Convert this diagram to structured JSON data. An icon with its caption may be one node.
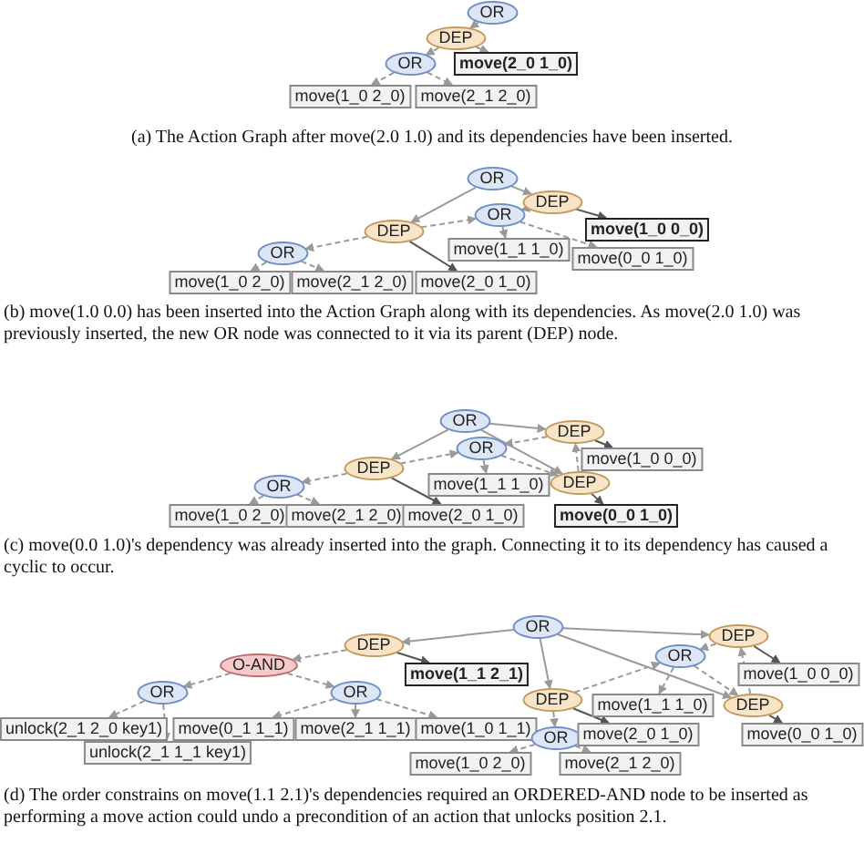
{
  "diagram": {
    "nodes": [
      {
        "text": [
          "OR"
        ]
      },
      {
        "text": [
          "DEP"
        ]
      },
      {
        "text": [
          "OR"
        ]
      },
      {
        "text": [
          "move(2_0 1_0)"
        ]
      },
      {
        "text": [
          "move(1_0 2_0)"
        ]
      },
      {
        "text": [
          "move(2_1 2_0)"
        ]
      },
      {
        "text": [
          "OR"
        ]
      },
      {
        "text": [
          "DEP"
        ]
      },
      {
        "text": [
          "OR"
        ]
      },
      {
        "text": [
          "move(1_0 0_0)"
        ]
      },
      {
        "text": [
          "DEP"
        ]
      },
      {
        "text": [
          "move(1_1 1_0)"
        ]
      },
      {
        "text": [
          "move(0_0 1_0)"
        ]
      },
      {
        "text": [
          "OR"
        ]
      },
      {
        "text": [
          "move(1_0 2_0)"
        ]
      },
      {
        "text": [
          "move(2_1 2_0)"
        ]
      },
      {
        "text": [
          "move(2_0 1_0)"
        ]
      },
      {
        "text": [
          "OR"
        ]
      },
      {
        "text": [
          "DEP"
        ]
      },
      {
        "text": [
          "OR"
        ]
      },
      {
        "text": [
          "move(1_0 0_0)"
        ]
      },
      {
        "text": [
          "DEP"
        ]
      },
      {
        "text": [
          "move(1_1 1_0)"
        ]
      },
      {
        "text": [
          "DEP"
        ]
      },
      {
        "text": [
          "OR"
        ]
      },
      {
        "text": [
          "move(1_0 2_0)"
        ]
      },
      {
        "text": [
          "move(2_1 2_0)"
        ]
      },
      {
        "text": [
          "move(2_0 1_0)"
        ]
      },
      {
        "text": [
          "move(0_0 1_0)"
        ]
      },
      {
        "text": [
          "OR"
        ]
      },
      {
        "text": [
          "DEP"
        ]
      },
      {
        "text": [
          "DEP"
        ]
      },
      {
        "text": [
          "O-AND"
        ]
      },
      {
        "text": [
          "move(1_1 2_1)"
        ]
      },
      {
        "text": [
          "OR"
        ]
      },
      {
        "text": [
          "move(1_0 0_0)"
        ]
      },
      {
        "text": [
          "OR"
        ]
      },
      {
        "text": [
          "OR"
        ]
      },
      {
        "text": [
          "DEP"
        ]
      },
      {
        "text": [
          "move(1_1 1_0)"
        ]
      },
      {
        "text": [
          "DEP"
        ]
      },
      {
        "text": [
          "unlock(2_1 2_0 key1)"
        ]
      },
      {
        "text": [
          "move(0_1 1_1)"
        ]
      },
      {
        "text": [
          "move(2_1 1_1)"
        ]
      },
      {
        "text": [
          "move(1_0 1_1)"
        ]
      },
      {
        "text": [
          "OR"
        ]
      },
      {
        "text": [
          "move(2_0 1_0)"
        ]
      },
      {
        "text": [
          "move(0_0 1_0)"
        ]
      },
      {
        "text": [
          "unlock(2_1 1_1 key1)"
        ]
      },
      {
        "text": [
          "move(1_0 2_0)"
        ]
      },
      {
        "text": [
          "move(2_1 2_0)"
        ]
      }
    ],
    "edges": [
      {
        "from": 0,
        "to": 1,
        "arrow": "to"
      },
      {
        "from": 1,
        "to": 2,
        "arrow": "to",
        "style": "dashed"
      },
      {
        "from": 1,
        "to": 3,
        "arrow": "to",
        "style": "dashed"
      },
      {
        "from": 2,
        "to": 4,
        "arrow": "to",
        "style": "dashed"
      },
      {
        "from": 2,
        "to": 5,
        "arrow": "to",
        "style": "dashed"
      },
      {
        "from": 6,
        "to": 7,
        "arrow": "to"
      },
      {
        "from": 6,
        "to": 10,
        "arrow": "to"
      },
      {
        "from": 7,
        "to": 8,
        "arrow": "to",
        "style": "dashed"
      },
      {
        "from": 7,
        "to": 9,
        "arrow": "to",
        "color": "#555555"
      },
      {
        "from": 8,
        "to": 11,
        "arrow": "to",
        "style": "dashed"
      },
      {
        "from": 8,
        "to": 12,
        "arrow": "to",
        "style": "dashed"
      },
      {
        "from": 10,
        "to": 8,
        "arrow": "to",
        "style": "dashed"
      },
      {
        "from": 10,
        "to": 13,
        "arrow": "to",
        "style": "dashed"
      },
      {
        "from": 10,
        "to": 16,
        "arrow": "to",
        "color": "#555555"
      },
      {
        "from": 13,
        "to": 14,
        "arrow": "to",
        "style": "dashed"
      },
      {
        "from": 13,
        "to": 15,
        "arrow": "to",
        "style": "dashed"
      },
      {
        "from": 17,
        "to": 18,
        "arrow": "to"
      },
      {
        "from": 17,
        "to": 21,
        "arrow": "to"
      },
      {
        "from": 17,
        "to": 23,
        "arrow": "to"
      },
      {
        "from": 18,
        "to": 19,
        "arrow": "to",
        "style": "dashed"
      },
      {
        "from": 18,
        "to": 20,
        "arrow": "to",
        "color": "#555555"
      },
      {
        "from": 23,
        "to": 18,
        "arrow": "to",
        "style": "dashed"
      },
      {
        "from": 19,
        "to": 22,
        "arrow": "to",
        "style": "dashed"
      },
      {
        "from": 19,
        "to": 23,
        "arrow": "to",
        "style": "dashed"
      },
      {
        "from": 21,
        "to": 19,
        "arrow": "to",
        "style": "dashed"
      },
      {
        "from": 21,
        "to": 24,
        "arrow": "to",
        "style": "dashed"
      },
      {
        "from": 21,
        "to": 27,
        "arrow": "to",
        "color": "#555555"
      },
      {
        "from": 24,
        "to": 25,
        "arrow": "to",
        "style": "dashed"
      },
      {
        "from": 24,
        "to": 26,
        "arrow": "to",
        "style": "dashed"
      },
      {
        "from": 23,
        "to": 28,
        "arrow": "to",
        "color": "#555555"
      },
      {
        "from": 29,
        "to": 30,
        "arrow": "to"
      },
      {
        "from": 29,
        "to": 31,
        "arrow": "to"
      },
      {
        "from": 29,
        "to": 38,
        "arrow": "to"
      },
      {
        "from": 29,
        "to": 40,
        "arrow": "to"
      },
      {
        "from": 30,
        "to": 32,
        "arrow": "to",
        "style": "dashed"
      },
      {
        "from": 30,
        "to": 33,
        "arrow": "to",
        "color": "#555555"
      },
      {
        "from": 32,
        "to": 36,
        "arrow": "to",
        "style": "dashed"
      },
      {
        "from": 32,
        "to": 37,
        "arrow": "to",
        "style": "dashed"
      },
      {
        "from": 36,
        "to": 41,
        "arrow": "to",
        "style": "dashed"
      },
      {
        "from": 36,
        "to": 48,
        "arrow": "to",
        "style": "dashed"
      },
      {
        "from": 37,
        "to": 42,
        "arrow": "to",
        "style": "dashed"
      },
      {
        "from": 37,
        "to": 43,
        "arrow": "to",
        "style": "dashed"
      },
      {
        "from": 37,
        "to": 44,
        "arrow": "to",
        "style": "dashed"
      },
      {
        "from": 31,
        "to": 34,
        "arrow": "to",
        "style": "dashed"
      },
      {
        "from": 31,
        "to": 35,
        "arrow": "to",
        "color": "#555555"
      },
      {
        "from": 40,
        "to": 31,
        "arrow": "to",
        "style": "dashed"
      },
      {
        "from": 34,
        "to": 39,
        "arrow": "to",
        "style": "dashed"
      },
      {
        "from": 34,
        "to": 40,
        "arrow": "to",
        "style": "dashed"
      },
      {
        "from": 38,
        "to": 34,
        "arrow": "to",
        "style": "dashed"
      },
      {
        "from": 38,
        "to": 45,
        "arrow": "to",
        "style": "dashed"
      },
      {
        "from": 38,
        "to": 46,
        "arrow": "to",
        "color": "#555555"
      },
      {
        "from": 45,
        "to": 49,
        "arrow": "to",
        "style": "dashed"
      },
      {
        "from": 45,
        "to": 50,
        "arrow": "to",
        "style": "dashed"
      },
      {
        "from": 40,
        "to": 47,
        "arrow": "to",
        "color": "#555555"
      }
    ],
    "labels": [
      "(a) The Action Graph after move(2.0 1.0) and its dependencies have been inserted.",
      "(b) move(1.0 0.0) has been inserted into the Action Graph along with its dependencies. As move(2.0 1.0) was previously inserted, the new OR node was connected to it via its parent (DEP) node.",
      "(c) move(0.0 1.0)'s dependency was already inserted into the graph. Connecting it to its dependency has caused a cyclic to occur.",
      "(d) The order constrains on move(1.1 2.1)'s dependencies required an ORDERED-AND node to be inserted as performing a move action could undo a precondition of an action that unlocks position 2.1."
    ]
  }
}
